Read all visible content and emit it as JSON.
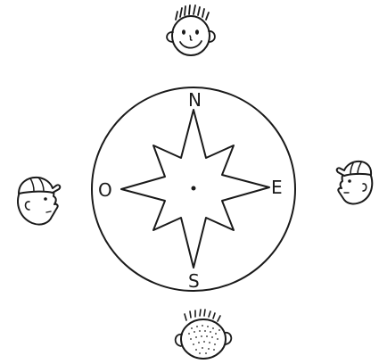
{
  "compass": {
    "labels": {
      "north": "N",
      "south": "S",
      "east": "E",
      "west": "O"
    }
  },
  "figures": [
    {
      "position": "north",
      "view": "face-front-smiling"
    },
    {
      "position": "west",
      "view": "profile-facing-right-with-cap"
    },
    {
      "position": "east",
      "view": "profile-facing-left-with-cap"
    },
    {
      "position": "south",
      "view": "back-of-head"
    }
  ],
  "colors": {
    "ink": "#1a1a1a",
    "background": "#ffffff"
  }
}
